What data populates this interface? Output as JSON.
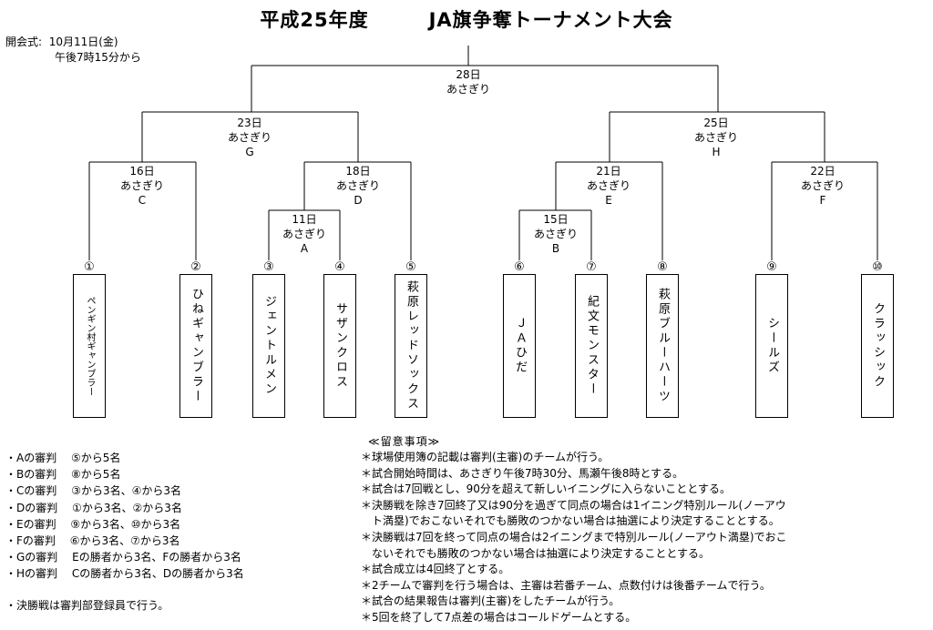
{
  "title": "平成25年度　　　JA旗争奪トーナメント大会",
  "opening": {
    "label": "開会式:",
    "date": "10月11日(金)",
    "time": "午後7時15分から"
  },
  "games": {
    "final": {
      "date": "28日",
      "venue": "あさぎり",
      "code": ""
    },
    "semi1": {
      "date": "23日",
      "venue": "あさぎり",
      "code": "G"
    },
    "semi2": {
      "date": "25日",
      "venue": "あさぎり",
      "code": "H"
    },
    "c": {
      "date": "16日",
      "venue": "あさぎり",
      "code": "C"
    },
    "d": {
      "date": "18日",
      "venue": "あさぎり",
      "code": "D"
    },
    "a": {
      "date": "11日",
      "venue": "あさぎり",
      "code": "A"
    },
    "e": {
      "date": "21日",
      "venue": "あさぎり",
      "code": "E"
    },
    "b": {
      "date": "15日",
      "venue": "あさぎり",
      "code": "B"
    },
    "f": {
      "date": "22日",
      "venue": "あさぎり",
      "code": "F"
    }
  },
  "teams": [
    {
      "seed": "①",
      "name": "ペンギン村ギャンブラー"
    },
    {
      "seed": "②",
      "name": "ひねギャンブラー"
    },
    {
      "seed": "③",
      "name": "ジェントルメン"
    },
    {
      "seed": "④",
      "name": "サザンクロス"
    },
    {
      "seed": "⑤",
      "name": "萩原レッドソックス"
    },
    {
      "seed": "⑥",
      "name": "ＪＡひだ"
    },
    {
      "seed": "⑦",
      "name": "紀文モンスター"
    },
    {
      "seed": "⑧",
      "name": "萩原ブルーハーツ"
    },
    {
      "seed": "⑨",
      "name": "シールズ"
    },
    {
      "seed": "⑩",
      "name": "クラッシック"
    }
  ],
  "referees": [
    "・Aの審判　 ⑤から5名",
    "・Bの審判　 ⑧から5名",
    "・Cの審判　 ③から3名、④から3名",
    "・Dの審判　 ①から3名、②から3名",
    "・Eの審判　 ⑨から3名、⑩から3名",
    "・Fの審判　 ⑥から3名、⑦から3名",
    "・Gの審判　 Eの勝者から3名、Fの勝者から3名",
    "・Hの審判　 Cの勝者から3名、Dの勝者から3名"
  ],
  "final_referee": "・決勝戦は審判部登録員で行う。",
  "notes_title": "≪留意事項≫",
  "notes": [
    "＊球場使用簿の記載は審判(主審)のチームが行う。",
    "＊試合開始時間は、あさぎり午後7時30分、馬瀬午後8時とする。",
    "＊試合は7回戦とし、90分を超えて新しいイニングに入らないこととする。",
    "＊決勝戦を除き7回終了又は90分を過ぎて同点の場合は1イニング特別ルール(ノーアウ",
    "　ト満塁)でおこないそれでも勝敗のつかない場合は抽選により決定することとする。",
    "＊決勝戦は7回を終って同点の場合は2イニングまで特別ルール(ノーアウト満塁)でおこ",
    "　ないそれでも勝敗のつかない場合は抽選により決定することとする。",
    "＊試合成立は4回終了とする。",
    "＊2チームで審判を行う場合は、主審は若番チーム、点数付けは後番チームで行う。",
    "＊試合の結果報告は審判(主審)をしたチームが行う。",
    "＊5回を終了して7点差の場合はコールドゲームとする。"
  ]
}
